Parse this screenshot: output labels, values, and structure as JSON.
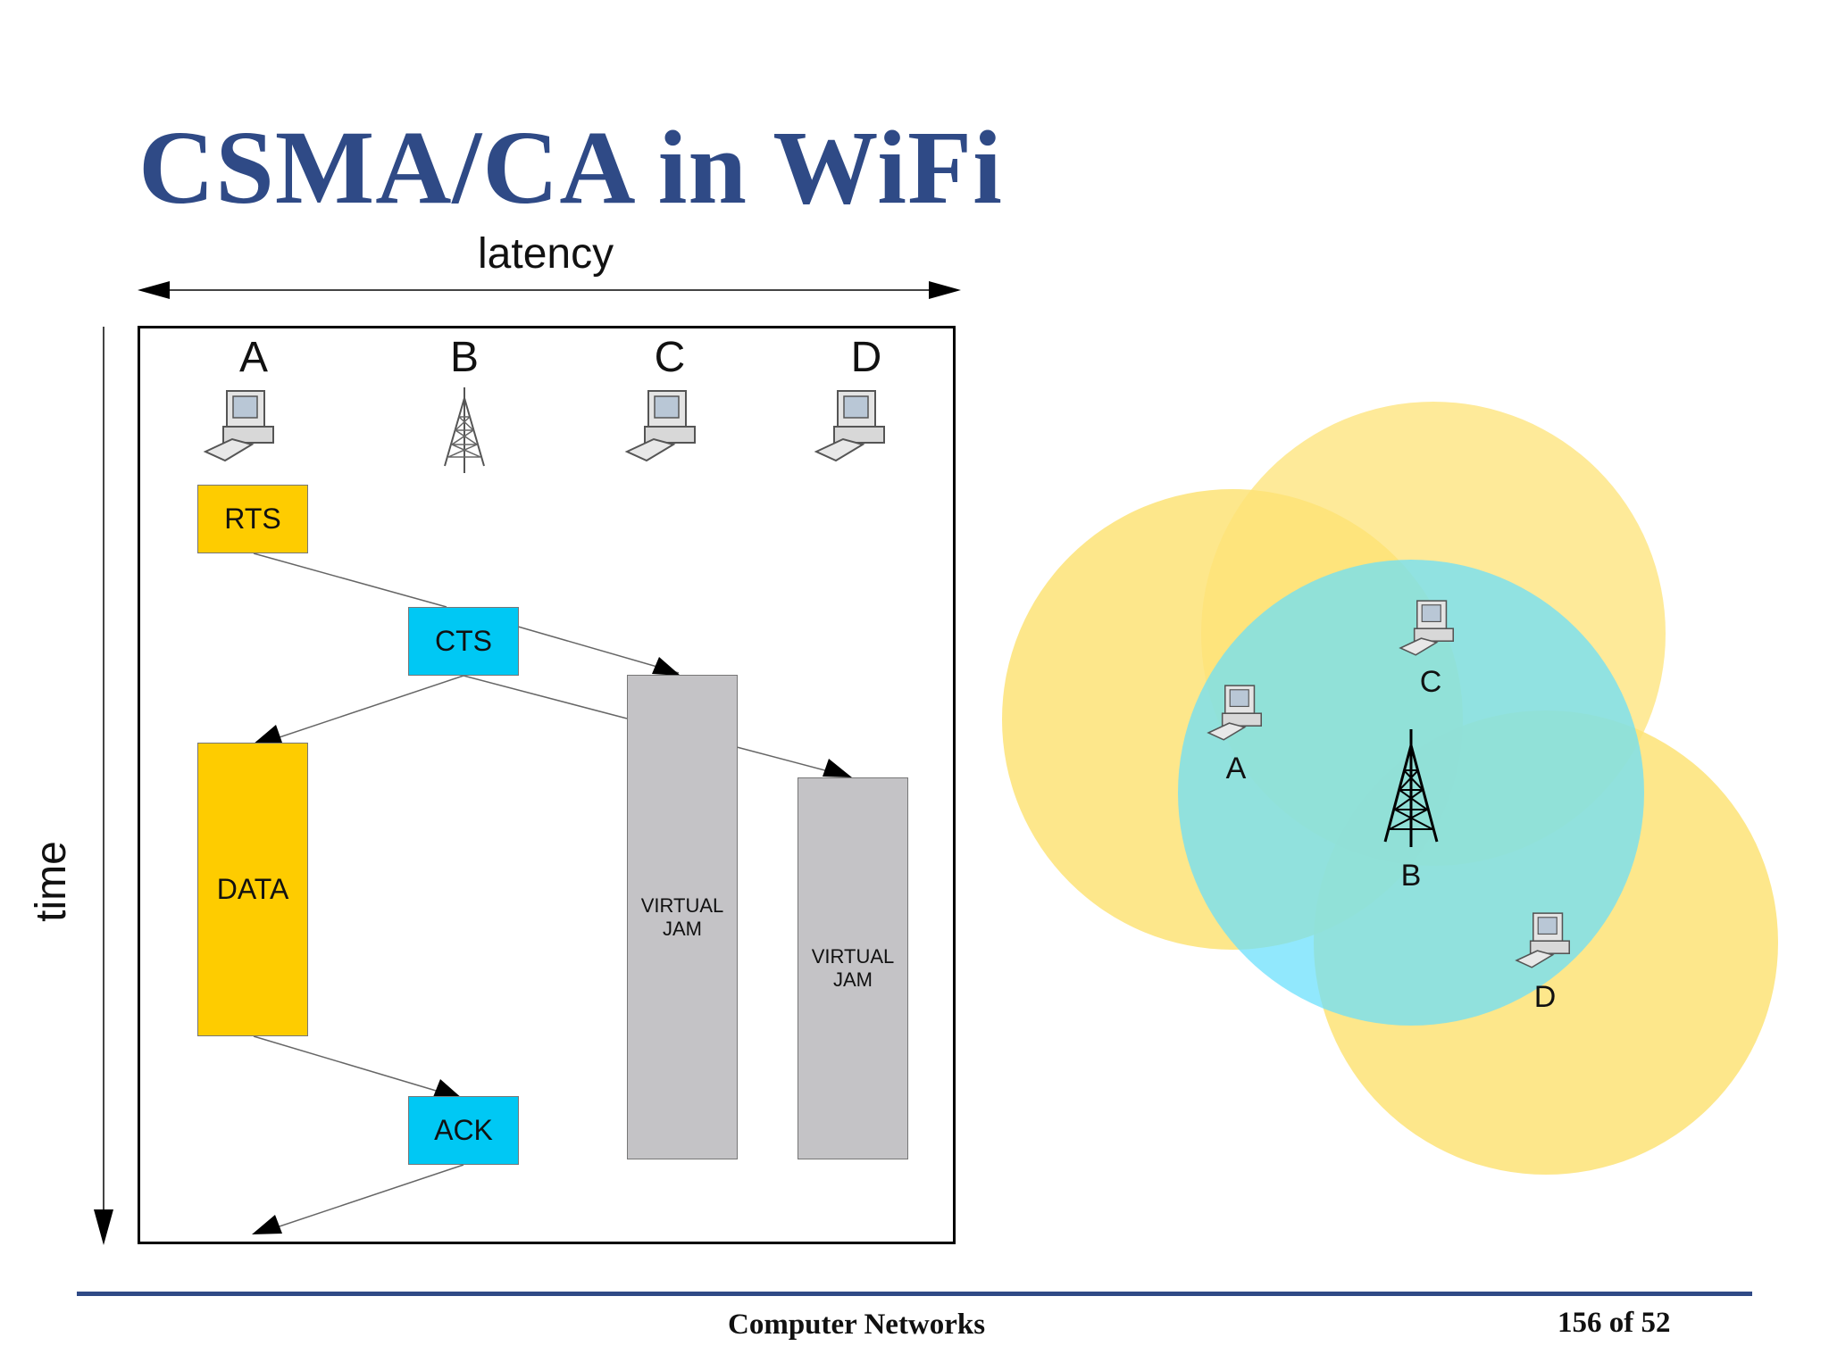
{
  "slide": {
    "title": "CSMA/CA in WiFi",
    "footer_course": "Computer Networks",
    "footer_page": "156 of 52"
  },
  "sequence": {
    "latency_label": "latency",
    "time_label": "time",
    "columns": [
      "A",
      "B",
      "C",
      "D"
    ],
    "column_icons": [
      "computer-icon",
      "tower-icon",
      "computer-icon",
      "computer-icon"
    ],
    "frames": {
      "rts": "RTS",
      "cts": "CTS",
      "data": "DATA",
      "ack": "ACK",
      "jam_c": "VIRTUAL\nJAM",
      "jam_d": "VIRTUAL\nJAM"
    }
  },
  "topology": {
    "nodes": {
      "a": "A",
      "b": "B",
      "c": "C",
      "d": "D"
    }
  },
  "colors": {
    "title": "#2f4a86",
    "rts_data": "#fecc00",
    "cts_ack": "#00c8f4",
    "jam": "#c4c3c6",
    "range_yellow": "#fde377",
    "range_cyan": "#66dffc"
  }
}
